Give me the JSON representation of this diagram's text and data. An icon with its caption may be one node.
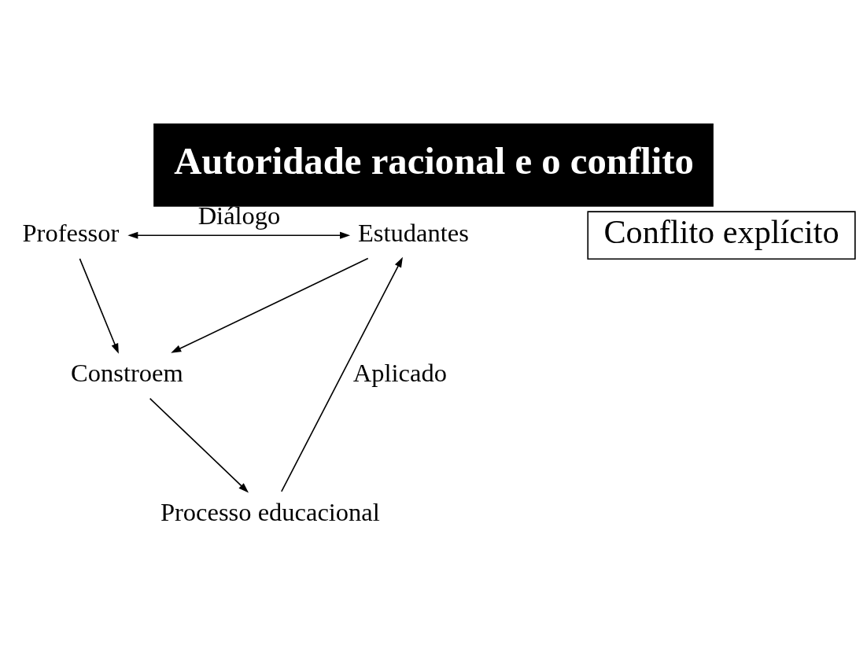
{
  "diagram": {
    "title": "Autoridade racional e o conflito",
    "nodes": [
      {
        "text": [
          "Professor"
        ]
      },
      {
        "text": [
          "Estudantes"
        ]
      },
      {
        "text": [
          "Conflito explícito"
        ]
      },
      {
        "text": [
          "Constroem"
        ]
      },
      {
        "text": [
          "Processo educacional"
        ]
      }
    ],
    "edges": [
      {
        "from": 0,
        "to": 1,
        "arrow": "both",
        "label": "Diálogo"
      },
      {
        "from": 0,
        "to": 3,
        "arrow": "to"
      },
      {
        "from": 1,
        "to": 3,
        "arrow": "to"
      },
      {
        "from": 3,
        "to": 4,
        "arrow": "to"
      },
      {
        "from": 4,
        "to": 1,
        "arrow": "to",
        "label": "Aplicado"
      }
    ]
  }
}
